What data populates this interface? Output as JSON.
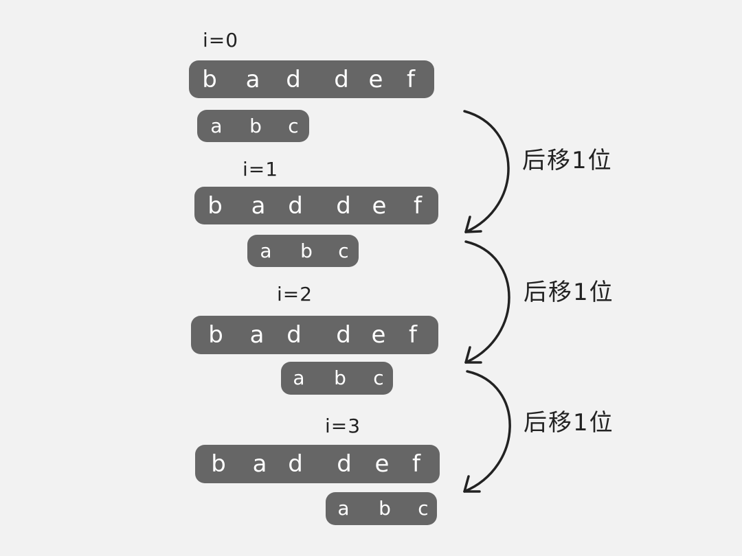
{
  "steps": [
    {
      "label": "i=0",
      "text": [
        "b",
        "a",
        "d",
        "d",
        "e",
        "f"
      ],
      "pattern": [
        "a",
        "b",
        "c"
      ]
    },
    {
      "label": "i=1",
      "text": [
        "b",
        "a",
        "d",
        "d",
        "e",
        "f"
      ],
      "pattern": [
        "a",
        "b",
        "c"
      ]
    },
    {
      "label": "i=2",
      "text": [
        "b",
        "a",
        "d",
        "d",
        "e",
        "f"
      ],
      "pattern": [
        "a",
        "b",
        "c"
      ]
    },
    {
      "label": "i=3",
      "text": [
        "b",
        "a",
        "d",
        "d",
        "e",
        "f"
      ],
      "pattern": [
        "a",
        "b",
        "c"
      ]
    }
  ],
  "shift_labels": [
    "后移1位",
    "后移1位",
    "后移1位"
  ],
  "colors": {
    "background": "#f2f2f2",
    "bar": "#666666",
    "bar_text": "#ffffff",
    "ink": "#222222"
  }
}
